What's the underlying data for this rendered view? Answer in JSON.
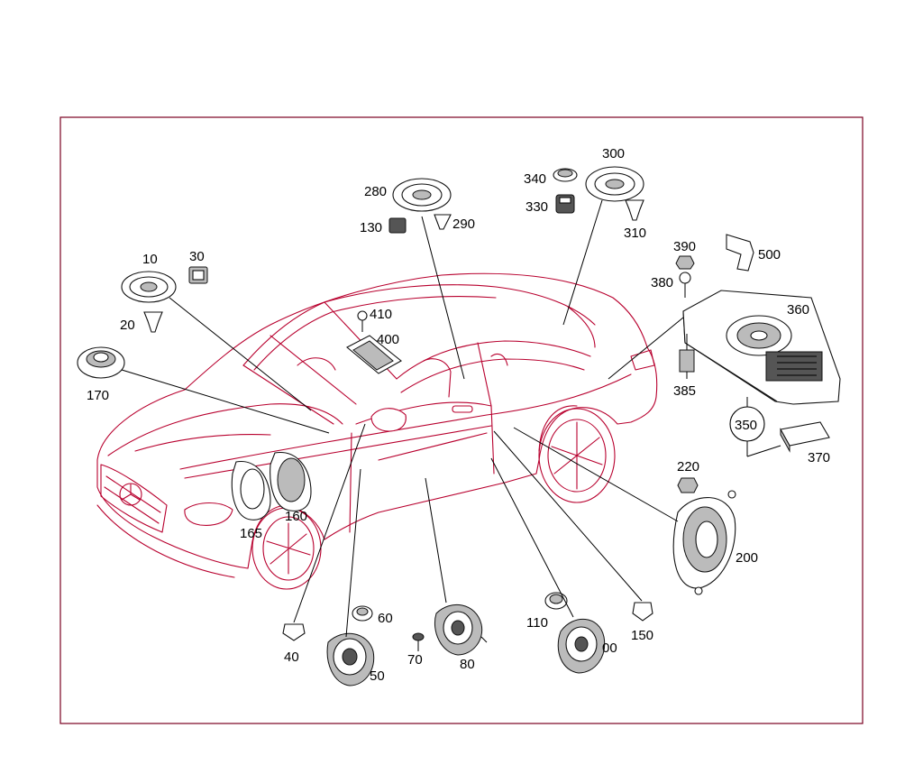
{
  "diagram": {
    "parts": [
      {
        "key": "p10",
        "label": "10",
        "icon": "speaker-icon"
      },
      {
        "key": "p20",
        "label": "20",
        "icon": "clip-icon"
      },
      {
        "key": "p30",
        "label": "30",
        "icon": "connector-icon"
      },
      {
        "key": "p40",
        "label": "40",
        "icon": "clip-icon"
      },
      {
        "key": "p50",
        "label": "50",
        "icon": "speaker-icon"
      },
      {
        "key": "p60",
        "label": "60",
        "icon": "grommet-icon"
      },
      {
        "key": "p70",
        "label": "70",
        "icon": "screw-icon"
      },
      {
        "key": "p80",
        "label": "80",
        "icon": "speaker-icon"
      },
      {
        "key": "p100",
        "label": "00",
        "icon": "speaker-icon"
      },
      {
        "key": "p110",
        "label": "110",
        "icon": "grommet-icon"
      },
      {
        "key": "p130",
        "label": "130",
        "icon": "connector-icon"
      },
      {
        "key": "p150",
        "label": "150",
        "icon": "clip-icon"
      },
      {
        "key": "p160",
        "label": "160",
        "icon": "speaker-grille-icon"
      },
      {
        "key": "p165",
        "label": "165",
        "icon": "speaker-grille-icon"
      },
      {
        "key": "p170",
        "label": "170",
        "icon": "speaker-icon"
      },
      {
        "key": "p200",
        "label": "200",
        "icon": "speaker-icon"
      },
      {
        "key": "p220",
        "label": "220",
        "icon": "nut-icon"
      },
      {
        "key": "p280",
        "label": "280",
        "icon": "speaker-icon"
      },
      {
        "key": "p290",
        "label": "290",
        "icon": "clip-icon"
      },
      {
        "key": "p300",
        "label": "300",
        "icon": "speaker-icon"
      },
      {
        "key": "p310",
        "label": "310",
        "icon": "clip-icon"
      },
      {
        "key": "p330",
        "label": "330",
        "icon": "connector-icon"
      },
      {
        "key": "p340",
        "label": "340",
        "icon": "connector-icon"
      },
      {
        "key": "p350",
        "label": "350",
        "icon": "group-circle-icon"
      },
      {
        "key": "p360",
        "label": "360",
        "icon": "subwoofer-amplifier-icon"
      },
      {
        "key": "p370",
        "label": "370",
        "icon": "amplifier-module-icon"
      },
      {
        "key": "p380",
        "label": "380",
        "icon": "screw-icon"
      },
      {
        "key": "p385",
        "label": "385",
        "icon": "spacer-bolt-icon"
      },
      {
        "key": "p390",
        "label": "390",
        "icon": "nut-icon"
      },
      {
        "key": "p400",
        "label": "400",
        "icon": "center-speaker-icon"
      },
      {
        "key": "p410",
        "label": "410",
        "icon": "screw-icon"
      },
      {
        "key": "p500",
        "label": "500",
        "icon": "bracket-icon"
      }
    ]
  }
}
